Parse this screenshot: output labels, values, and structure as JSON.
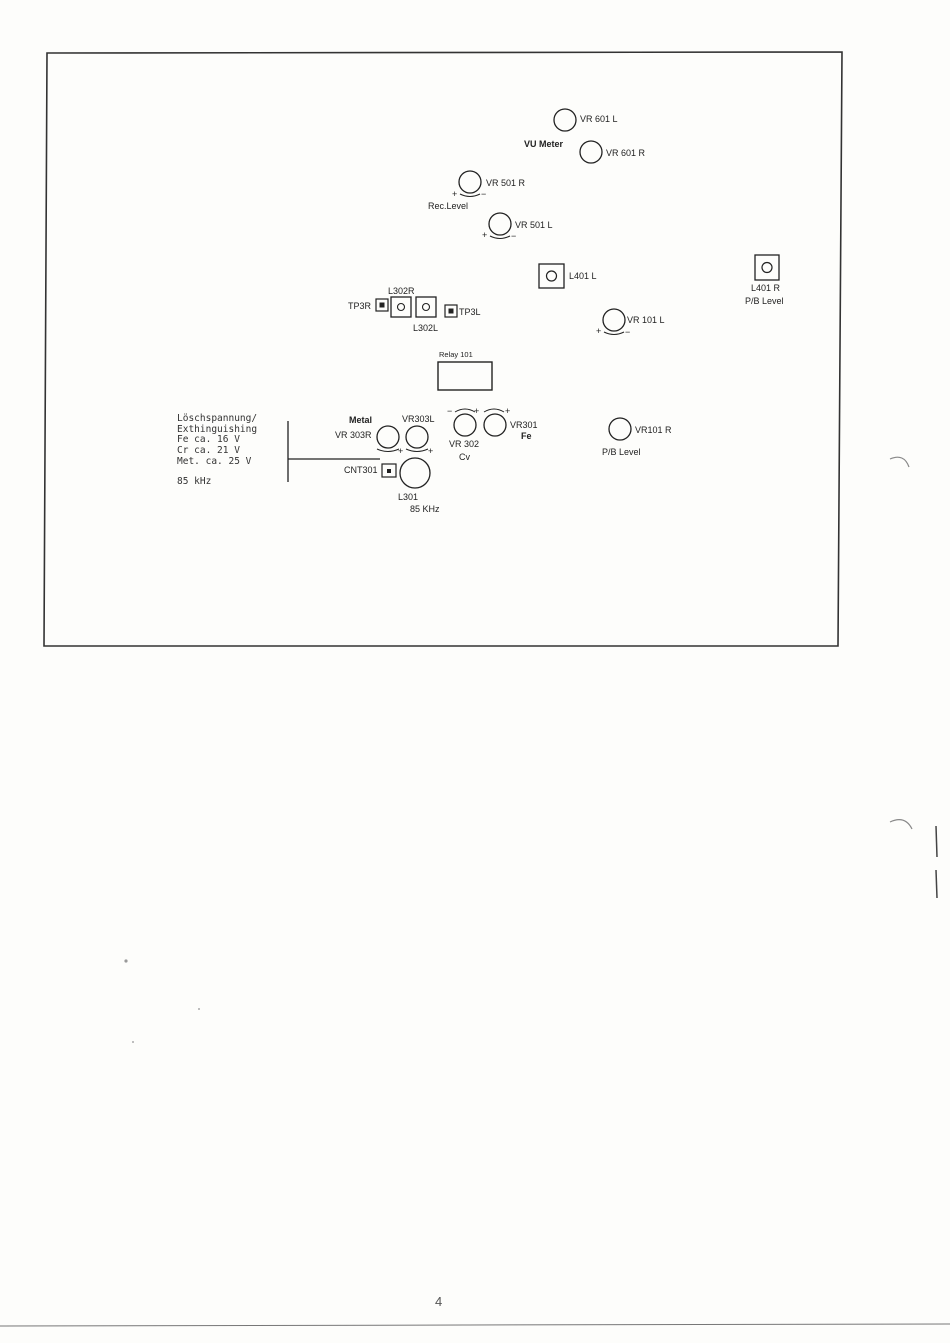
{
  "diagram": {
    "vu_meter": "VU Meter",
    "vr601l": "VR 601 L",
    "vr601r": "VR 601 R",
    "vr501r": "VR 501 R",
    "rec_level": "Rec.Level",
    "vr501l": "VR 501 L",
    "l401l": "L401 L",
    "l401r": "L401 R",
    "pb_level_top": "P/B Level",
    "l302r": "L302R",
    "tp3r": "TP3R",
    "tp3l": "TP3L",
    "l302l": "L302L",
    "vr101l": "VR 101 L",
    "relay": "Relay 101",
    "erase_lines": [
      "Löschspannung/",
      "Exthinguishing",
      "Fe ca. 16 V",
      "Cr ca. 21 V",
      "Met. ca. 25 V"
    ],
    "erase_freq": "85 kHz",
    "metal": "Metal",
    "vr303l": "VR303L",
    "vr303r": "VR 303R",
    "vr302": "VR 302",
    "cv": "Cv",
    "vr301": "VR301",
    "fe": "Fe",
    "vr101r": "VR101 R",
    "pb_level": "P/B Level",
    "cnt301": "CNT301",
    "l301": "L301",
    "khz85": "85 KHz",
    "plus": "+",
    "minus": "−"
  },
  "page_number": "4"
}
